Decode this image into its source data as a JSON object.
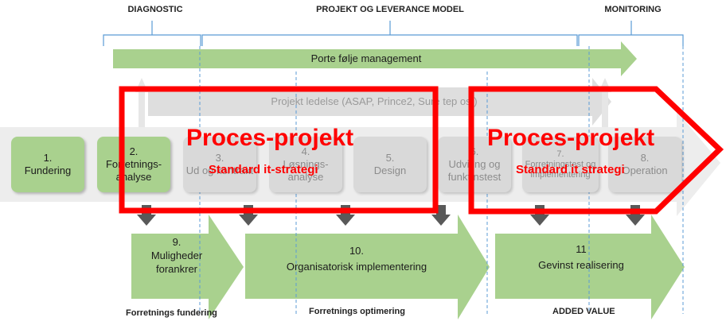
{
  "headers": {
    "diagnostic": "DIAGNOSTIC",
    "projekt": "PROJEKT OG LEVERANCE MODEL",
    "monitoring": "MONITORING"
  },
  "portfolio_label": "Porte følje management",
  "projekt_ledelse_label": "Projekt ledelse (ASAP, Prince2, Sure tep os )",
  "phases": [
    {
      "num": "1.",
      "text": "Fundering"
    },
    {
      "num": "2.",
      "text": "Forretnings-analyse"
    },
    {
      "num": "3.",
      "text": "Ud     og kontrakt"
    },
    {
      "num": "4.",
      "text": "Løsnings-analyse"
    },
    {
      "num": "5.",
      "text": "Design"
    },
    {
      "num": "6.",
      "text": "Udvi  ing og funkt  nstest"
    },
    {
      "num": "7.",
      "text": "Forretningstest og implementering"
    },
    {
      "num": "8.",
      "text": "Operation"
    }
  ],
  "lower_arrows": [
    {
      "num": "9.",
      "text": "Muligheder forankrer"
    },
    {
      "num": "10.",
      "text": "Organisatorisk implementering"
    },
    {
      "num": "11",
      "text": "Gevinst realisering"
    }
  ],
  "overlays": [
    {
      "title": "Proces-projekt",
      "subtitle": "Standard it-strategi"
    },
    {
      "title": "Proces-projekt",
      "subtitle": "Standard it strategi"
    }
  ],
  "footers": {
    "left": "Forretnings fundering",
    "middle": "Forretnings optimering",
    "right": "ADDED VALUE"
  },
  "colors": {
    "green": "#a9d18e",
    "gray": "#d9d9d9",
    "red": "#ff0000",
    "blue": "#5b9bd5"
  }
}
